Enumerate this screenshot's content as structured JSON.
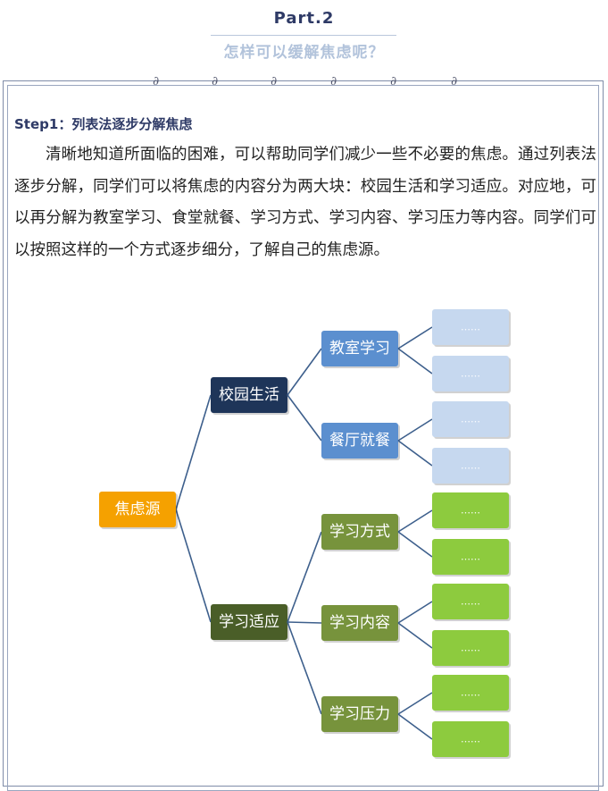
{
  "header": {
    "part_label": "Part.2",
    "subtitle": "怎样可以缓解焦虑呢？"
  },
  "article": {
    "step_heading": "Step1：列表法逐步分解焦虑",
    "paragraph": "清晰地知道所面临的困难，可以帮助同学们减少一些不必要的焦虑。通过列表法逐步分解，同学们可以将焦虑的内容分为两大块：校园生活和学习适应。对应地，可以再分解为教室学习、食堂就餐、学习方式、学习内容、学习压力等内容。同学们可以按照这样的一个方式逐步细分，了解自己的焦虑源。"
  },
  "diagram": {
    "root": {
      "label": "焦虑源",
      "color": "#f5a100"
    },
    "branches": [
      {
        "label": "校园生活",
        "color": "#1e3559",
        "children": [
          {
            "label": "教室学习",
            "color": "#5b8fcf",
            "leaves": [
              "……",
              "……"
            ],
            "leaf_color": "#c6d8ef"
          },
          {
            "label": "餐厅就餐",
            "color": "#5b8fcf",
            "leaves": [
              "……",
              "……"
            ],
            "leaf_color": "#c6d8ef"
          }
        ]
      },
      {
        "label": "学习适应",
        "color": "#4a5e28",
        "children": [
          {
            "label": "学习方式",
            "color": "#77933c",
            "leaves": [
              "……",
              "……"
            ],
            "leaf_color": "#8dcb3e"
          },
          {
            "label": "学习内容",
            "color": "#77933c",
            "leaves": [
              "……",
              "……"
            ],
            "leaf_color": "#8dcb3e"
          },
          {
            "label": "学习压力",
            "color": "#77933c",
            "leaves": [
              "……",
              "……"
            ],
            "leaf_color": "#8dcb3e"
          }
        ]
      }
    ],
    "connector_color": "#3d5f8c"
  }
}
